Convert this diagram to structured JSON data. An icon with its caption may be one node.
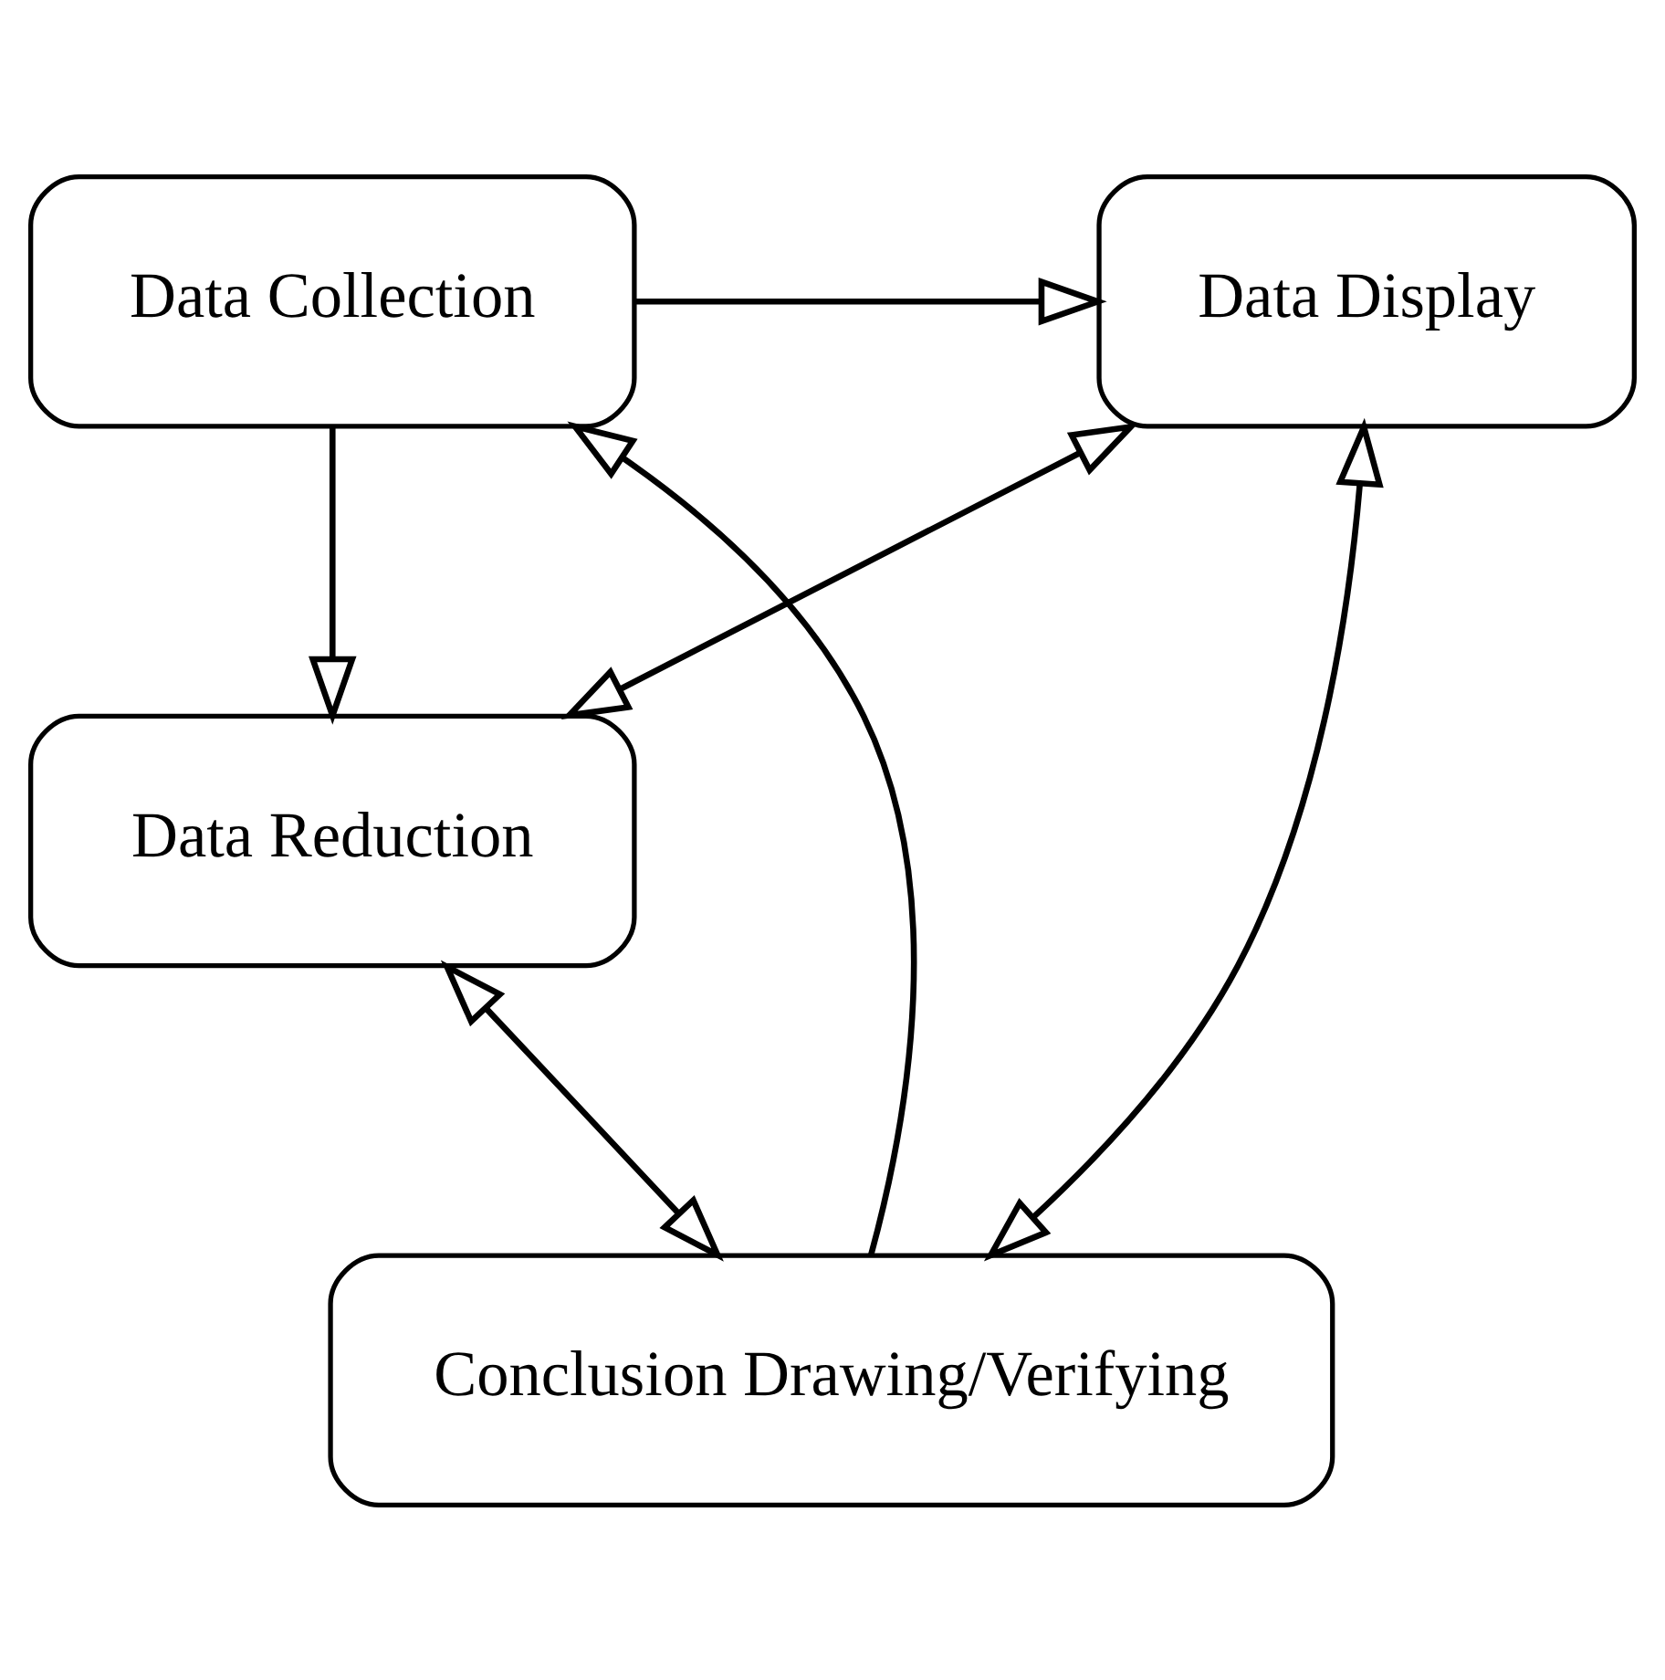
{
  "diagram": {
    "nodes": [
      {
        "text": [
          "Data Collection"
        ]
      },
      {
        "text": [
          "Data Display"
        ]
      },
      {
        "text": [
          "Data Reduction"
        ]
      },
      {
        "text": [
          "Conclusion Drawing/Verifying"
        ]
      }
    ],
    "edges": [
      {
        "from": 0,
        "to": 1,
        "arrow": "to"
      },
      {
        "from": 0,
        "to": 2,
        "arrow": "to"
      },
      {
        "from": 1,
        "to": 2,
        "arrow": "both"
      },
      {
        "from": 1,
        "to": 3,
        "arrow": "both"
      },
      {
        "from": 2,
        "to": 3,
        "arrow": "both"
      },
      {
        "from": 3,
        "to": 0,
        "arrow": "to"
      }
    ]
  }
}
